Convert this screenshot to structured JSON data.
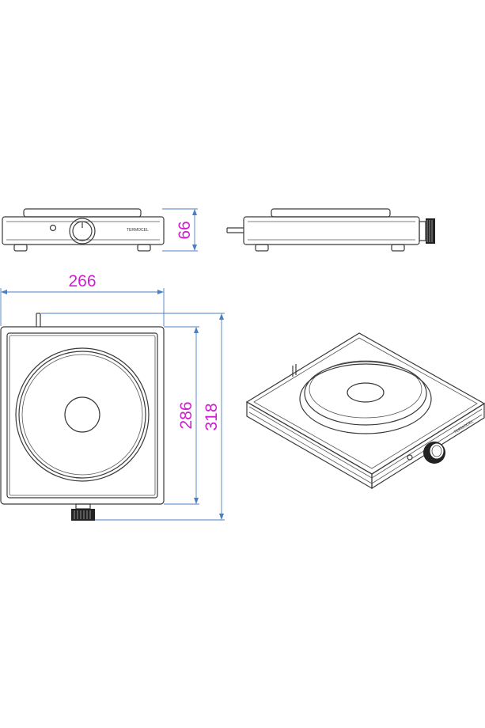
{
  "dimensions": {
    "height": "66",
    "width": "266",
    "plate_depth": "286",
    "overall_depth": "318"
  },
  "brand": "TERMOCEL",
  "colors": {
    "line": "#3a3a3a",
    "dimension_line": "#4a7fc4",
    "dimension_text": "#d11cd1"
  }
}
